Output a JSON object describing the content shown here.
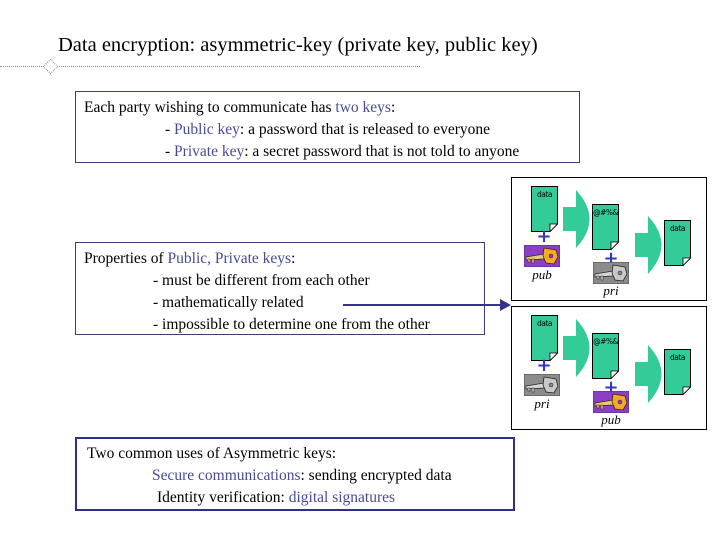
{
  "title": "Data encryption: asymmetric-key (private key, public key)",
  "colors": {
    "highlight_text": "#4a4a99",
    "box_border": "#3d3d7a",
    "uses_box_border": "#2e2e8f",
    "document_green": "#33cc99",
    "arrow_green": "#33cc99",
    "plus_blue": "#3535c0",
    "connector_navy": "#333388",
    "pub_key_bg": "#8a3fc6",
    "pub_key_gold": "#f5a928",
    "pri_key_bg": "#8c8c8c",
    "pri_key_gray": "#c8c8c8"
  },
  "box_two_keys": {
    "intro_plain": "Each party wishing to communicate has ",
    "intro_highlight": "two keys",
    "intro_colon": ":",
    "lines": [
      {
        "dash": "- ",
        "highlight": "Public key",
        "rest": ": a password that is released to everyone"
      },
      {
        "dash": "- ",
        "highlight": "Private key",
        "rest": ": a secret password that is not told to anyone"
      }
    ]
  },
  "properties_box": {
    "title_plain": "Properties of ",
    "title_highlight": "Public, Private keys",
    "title_colon": ":",
    "items": [
      "- must be different from each other",
      "- mathematically related",
      "- impossible to determine one from the other"
    ]
  },
  "diagrams": [
    {
      "name": "encrypt with public key, decrypt with private key",
      "doc_in": "data",
      "plus": "+",
      "key_first_label": "pub",
      "doc_scrambled": "@#%&",
      "key_second_label": "pri",
      "doc_out": "data"
    },
    {
      "name": "encrypt with private key, decrypt with public key",
      "doc_in": "data",
      "plus": "+",
      "key_first_label": "pri",
      "doc_scrambled": "@#%&",
      "key_second_label": "pub",
      "doc_out": "data"
    }
  ],
  "uses_box": {
    "title": "Two common uses of Asymmetric keys:",
    "line1_highlight": "Secure communications",
    "line1_rest": ": sending encrypted data",
    "line2_plain": "Identity verification: ",
    "line2_highlight": "digital signatures"
  }
}
